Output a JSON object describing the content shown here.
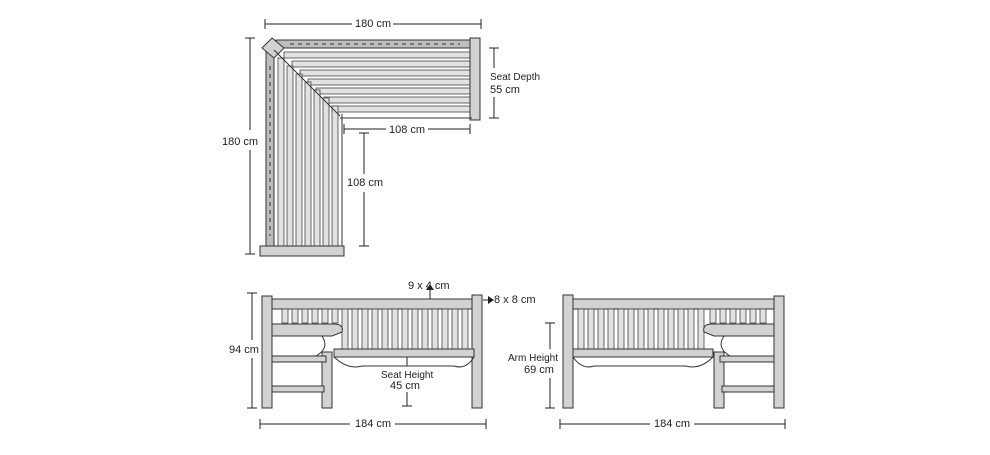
{
  "views": {
    "plan": {
      "width_label": "180 cm",
      "height_label": "180 cm",
      "inner_width_label": "108 cm",
      "inner_height_label": "108 cm",
      "seat_depth_label_line1": "Seat Depth",
      "seat_depth_label_line2": "55 cm"
    },
    "front": {
      "top_rail_label": "9 x 4 cm",
      "post_label": "8 x 8 cm",
      "height_label": "94 cm",
      "seat_height_line1": "Seat Height",
      "seat_height_line2": "45 cm",
      "length_label": "184 cm"
    },
    "side": {
      "arm_height_line1": "Arm Height",
      "arm_height_line2": "69 cm",
      "length_label": "184 cm"
    }
  },
  "colors": {
    "line": "#333333",
    "wood": "#d2d2d2",
    "slat": "#e2e2e2"
  }
}
